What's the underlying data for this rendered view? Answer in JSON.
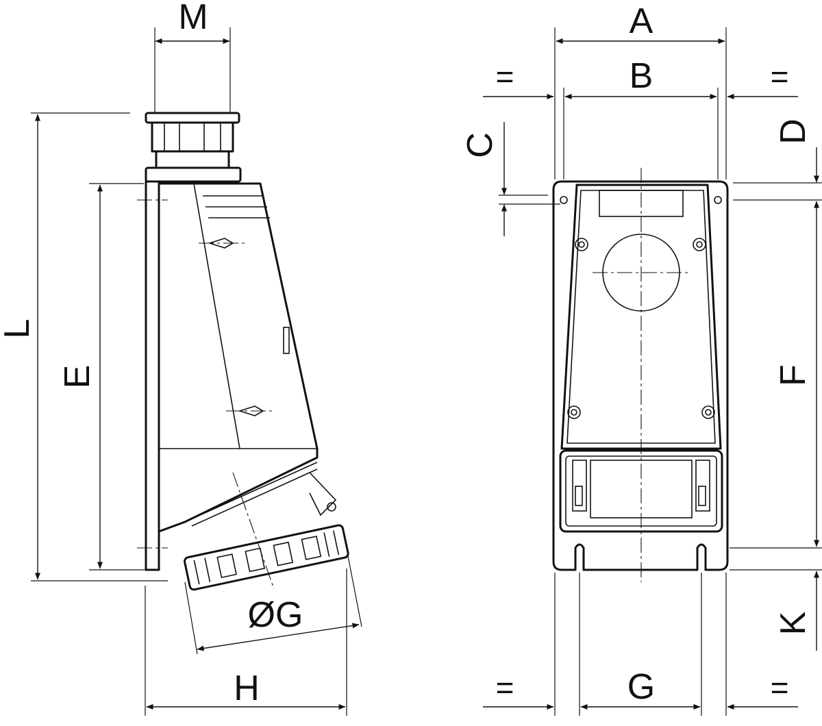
{
  "diagram": {
    "side_view_labels": {
      "M": "M",
      "L": "L",
      "E": "E",
      "G_diameter": "ØG",
      "H": "H"
    },
    "front_view_labels": {
      "A": "A",
      "B": "B",
      "C": "C",
      "D": "D",
      "F": "F",
      "K": "K",
      "G": "G"
    },
    "equal_marks": [
      "=",
      "=",
      "=",
      "="
    ]
  }
}
